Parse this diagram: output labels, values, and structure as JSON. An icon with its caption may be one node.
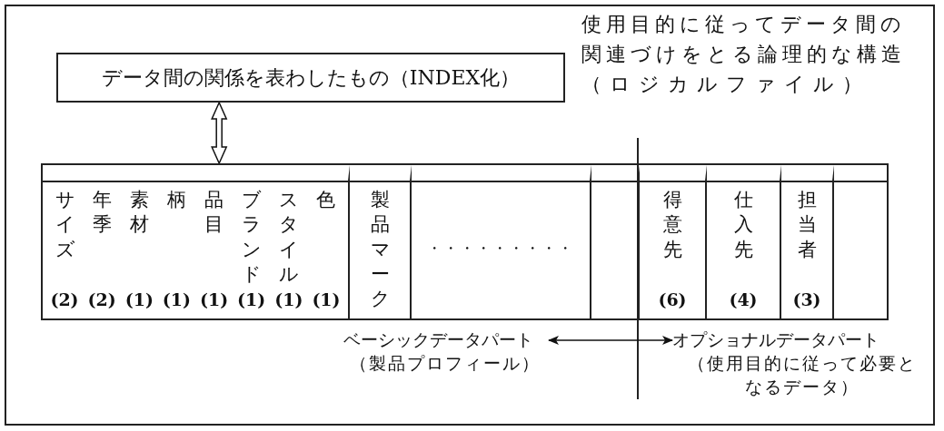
{
  "diagram": {
    "nodes": [
      {
        "text": [
          "データ間の関係を表わしたもの（INDEX化）"
        ]
      },
      {
        "text": [],
        "shape": "box"
      },
      {
        "text": [
          "サイズ",
          "(2)",
          "年季",
          "(2)",
          "素材",
          "(1)",
          "柄",
          "(1)",
          "品目",
          "(1)",
          "ブランド",
          "(1)",
          "スタイル",
          "(1)",
          "色",
          "(1)"
        ],
        "in": 1
      },
      {
        "text": [
          "製品マーク"
        ],
        "in": 1
      },
      {
        "text": [
          "・・・・・・・・・"
        ],
        "in": 1
      },
      {
        "text": [],
        "shape": "box",
        "in": 1
      },
      {
        "text": [
          "得意先",
          "(6)"
        ],
        "in": 1
      },
      {
        "text": [
          "仕入先",
          "(4)"
        ],
        "in": 1
      },
      {
        "text": [
          "担当者",
          "(3)"
        ],
        "in": 1
      },
      {
        "text": [],
        "shape": "box",
        "in": 1
      },
      {
        "text": [
          "ベーシックデータパート",
          "（製品プロフィール）"
        ]
      },
      {
        "text": [
          "オプショナルデータパート",
          "（使用目的に従って必要となるデータ）"
        ]
      }
    ],
    "edges": [
      {
        "from": 0,
        "to": 1,
        "arrow": "both"
      },
      {
        "from": 10,
        "to": 11,
        "arrow": "both"
      }
    ],
    "labels": [
      "使用目的に従ってデータ間の関連づけをとる論理的な構造",
      "（ロジカルファイル）"
    ]
  }
}
